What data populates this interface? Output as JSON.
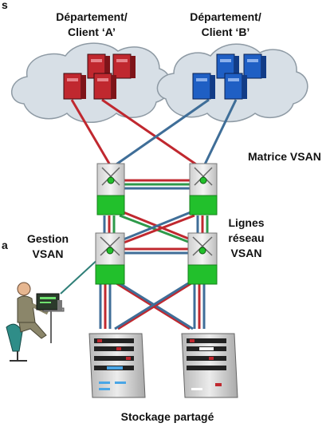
{
  "labels": {
    "dept_a_line1": "Département/",
    "dept_a_line2": "Client ‘A’",
    "dept_b_line1": "Département/",
    "dept_b_line2": "Client ‘B’",
    "matrix": "Matrice VSAN",
    "lines_1": "Lignes",
    "lines_2": "réseau",
    "lines_3": "VSAN",
    "mgmt_1": "Gestion",
    "mgmt_2": "VSAN",
    "storage": "Stockage partagé",
    "left_s": "s",
    "left_a": "a"
  },
  "colors": {
    "dept_a": "#c0282f",
    "dept_b": "#1f5fc4",
    "switch_green": "#22c02c",
    "mgmt_line": "#2f7f78",
    "cloud": "#d7dfe6"
  },
  "icons": [
    "cloud-icon",
    "server-icon",
    "switch-icon",
    "storage-array-icon",
    "operator-workstation-icon"
  ]
}
